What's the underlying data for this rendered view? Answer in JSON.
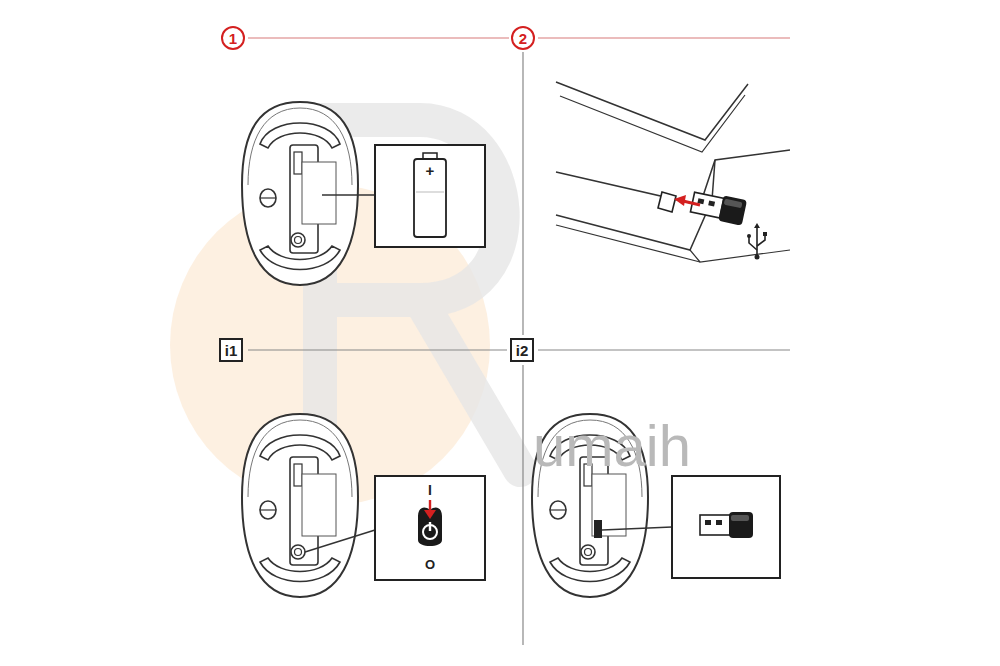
{
  "diagram": {
    "nodes": [
      {
        "text": [
          "1"
        ]
      },
      {
        "text": [
          "2"
        ]
      },
      {
        "text": [
          "i1"
        ]
      },
      {
        "text": [
          "i2"
        ]
      }
    ],
    "labels": [
      "+",
      "I",
      "O",
      "umaih"
    ]
  }
}
